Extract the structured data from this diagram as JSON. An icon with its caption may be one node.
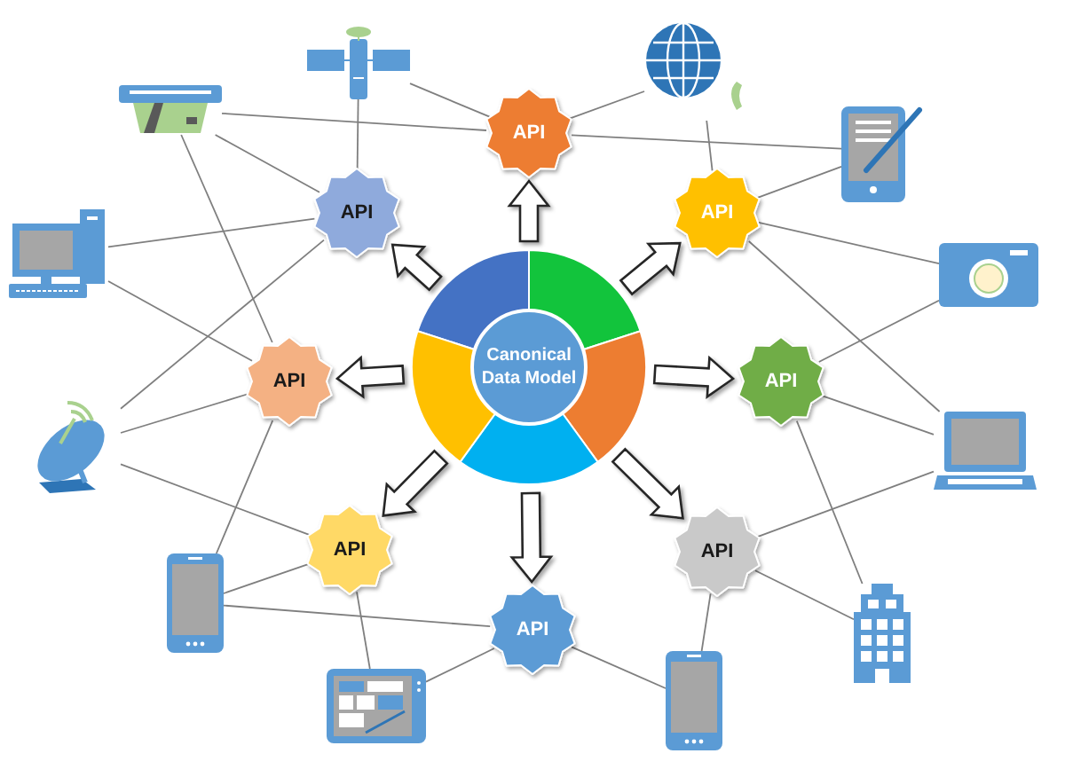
{
  "diagram": {
    "nodes": [
      {
        "text": [
          "Canonical Data Model"
        ]
      },
      {
        "text": [
          "API"
        ]
      },
      {
        "text": [
          "API"
        ]
      },
      {
        "text": [
          "API"
        ]
      },
      {
        "text": [
          "API"
        ]
      },
      {
        "text": [
          "API"
        ]
      },
      {
        "text": [
          "API"
        ]
      },
      {
        "text": [
          "API"
        ]
      },
      {
        "text": [
          "API"
        ]
      },
      {
        "text": [],
        "shape": "picture"
      },
      {
        "text": [],
        "shape": "picture"
      },
      {
        "text": [],
        "shape": "picture"
      },
      {
        "text": [],
        "shape": "picture"
      },
      {
        "text": [],
        "shape": "picture"
      },
      {
        "text": [],
        "shape": "picture"
      },
      {
        "text": [],
        "shape": "picture"
      },
      {
        "text": [],
        "shape": "picture"
      },
      {
        "text": [],
        "shape": "picture"
      },
      {
        "text": [],
        "shape": "picture"
      },
      {
        "text": [],
        "shape": "picture"
      },
      {
        "text": [],
        "shape": "picture"
      }
    ],
    "edges": [
      {
        "from": 0,
        "to": 1,
        "arrow": "to",
        "style": "thick"
      },
      {
        "from": 0,
        "to": 3,
        "arrow": "to",
        "style": "thick"
      },
      {
        "from": 0,
        "to": 5,
        "arrow": "to",
        "style": "thick"
      },
      {
        "from": 0,
        "to": 7,
        "arrow": "to",
        "style": "thick"
      },
      {
        "from": 0,
        "to": 8,
        "arrow": "to",
        "style": "thick"
      },
      {
        "from": 0,
        "to": 6,
        "arrow": "to",
        "style": "thick"
      },
      {
        "from": 0,
        "to": 4,
        "arrow": "to",
        "style": "thick"
      },
      {
        "from": 0,
        "to": 2,
        "arrow": "to",
        "style": "thick"
      },
      {
        "from": 9,
        "to": 1,
        "arrow": "none"
      },
      {
        "from": 9,
        "to": 2,
        "arrow": "none"
      },
      {
        "from": 10,
        "to": 1,
        "arrow": "none"
      },
      {
        "from": 10,
        "to": 2,
        "arrow": "none"
      },
      {
        "from": 10,
        "to": 4,
        "arrow": "none"
      },
      {
        "from": 13,
        "to": 2,
        "arrow": "none"
      },
      {
        "from": 13,
        "to": 4,
        "arrow": "none"
      },
      {
        "from": 2,
        "to": 15,
        "arrow": "none"
      },
      {
        "from": 4,
        "to": 15,
        "arrow": "none"
      },
      {
        "from": 15,
        "to": 6,
        "arrow": "none"
      },
      {
        "from": 4,
        "to": 17,
        "arrow": "none"
      },
      {
        "from": 17,
        "to": 6,
        "arrow": "none"
      },
      {
        "from": 17,
        "to": 8,
        "arrow": "none"
      },
      {
        "from": 6,
        "to": 19,
        "arrow": "none"
      },
      {
        "from": 19,
        "to": 8,
        "arrow": "none"
      },
      {
        "from": 8,
        "to": 20,
        "arrow": "none"
      },
      {
        "from": 7,
        "to": 20,
        "arrow": "none"
      },
      {
        "from": 7,
        "to": 18,
        "arrow": "none"
      },
      {
        "from": 7,
        "to": 16,
        "arrow": "none"
      },
      {
        "from": 5,
        "to": 16,
        "arrow": "none"
      },
      {
        "from": 5,
        "to": 18,
        "arrow": "none"
      },
      {
        "from": 5,
        "to": 14,
        "arrow": "none"
      },
      {
        "from": 3,
        "to": 14,
        "arrow": "none"
      },
      {
        "from": 3,
        "to": 16,
        "arrow": "none"
      },
      {
        "from": 3,
        "to": 12,
        "arrow": "none"
      },
      {
        "from": 3,
        "to": 11,
        "arrow": "none"
      },
      {
        "from": 1,
        "to": 11,
        "arrow": "none"
      },
      {
        "from": 1,
        "to": 12,
        "arrow": "none"
      }
    ]
  }
}
